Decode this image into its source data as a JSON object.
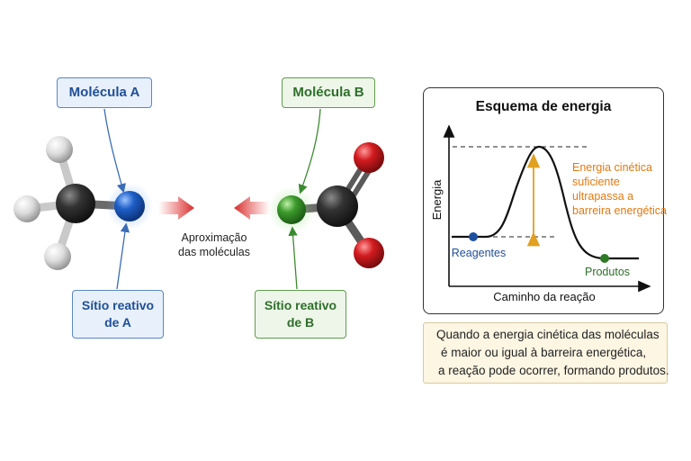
{
  "molecule_a": {
    "title": "Molécula A",
    "site_label": "Sítio reativo\nde A"
  },
  "molecule_b": {
    "title": "Molécula B",
    "site_label": "Sítio reativo\nde B"
  },
  "approach_label": "Aproximação\ndas moléculas",
  "energy_diagram": {
    "title": "Esquema de energia",
    "y_axis_label": "Energia",
    "x_axis_label": "Caminho da reação",
    "reactants_label": "Reagentes",
    "products_label": "Produtos",
    "annotation_lines": [
      "Energia cinética",
      "suficiente",
      "ultrapassa a",
      "barreira energética"
    ]
  },
  "note": {
    "lines": [
      "Quando a energia cinética das moléculas",
      "é maior ou igual à barreira energética,",
      "a reação pode ocorrer, formando produtos."
    ]
  },
  "colors": {
    "blue_accent": "#1f4f97",
    "green_accent": "#2e6f2a",
    "annotation_orange": "#e07a10",
    "arrow_red": "#d62b2b",
    "nitrogen_blue": "#1e5fc8",
    "site_b_green": "#3c9b2c",
    "oxygen_red": "#c8161c",
    "carbon_black": "#2a2a2a",
    "hydrogen_white": "#e6e6e6"
  }
}
